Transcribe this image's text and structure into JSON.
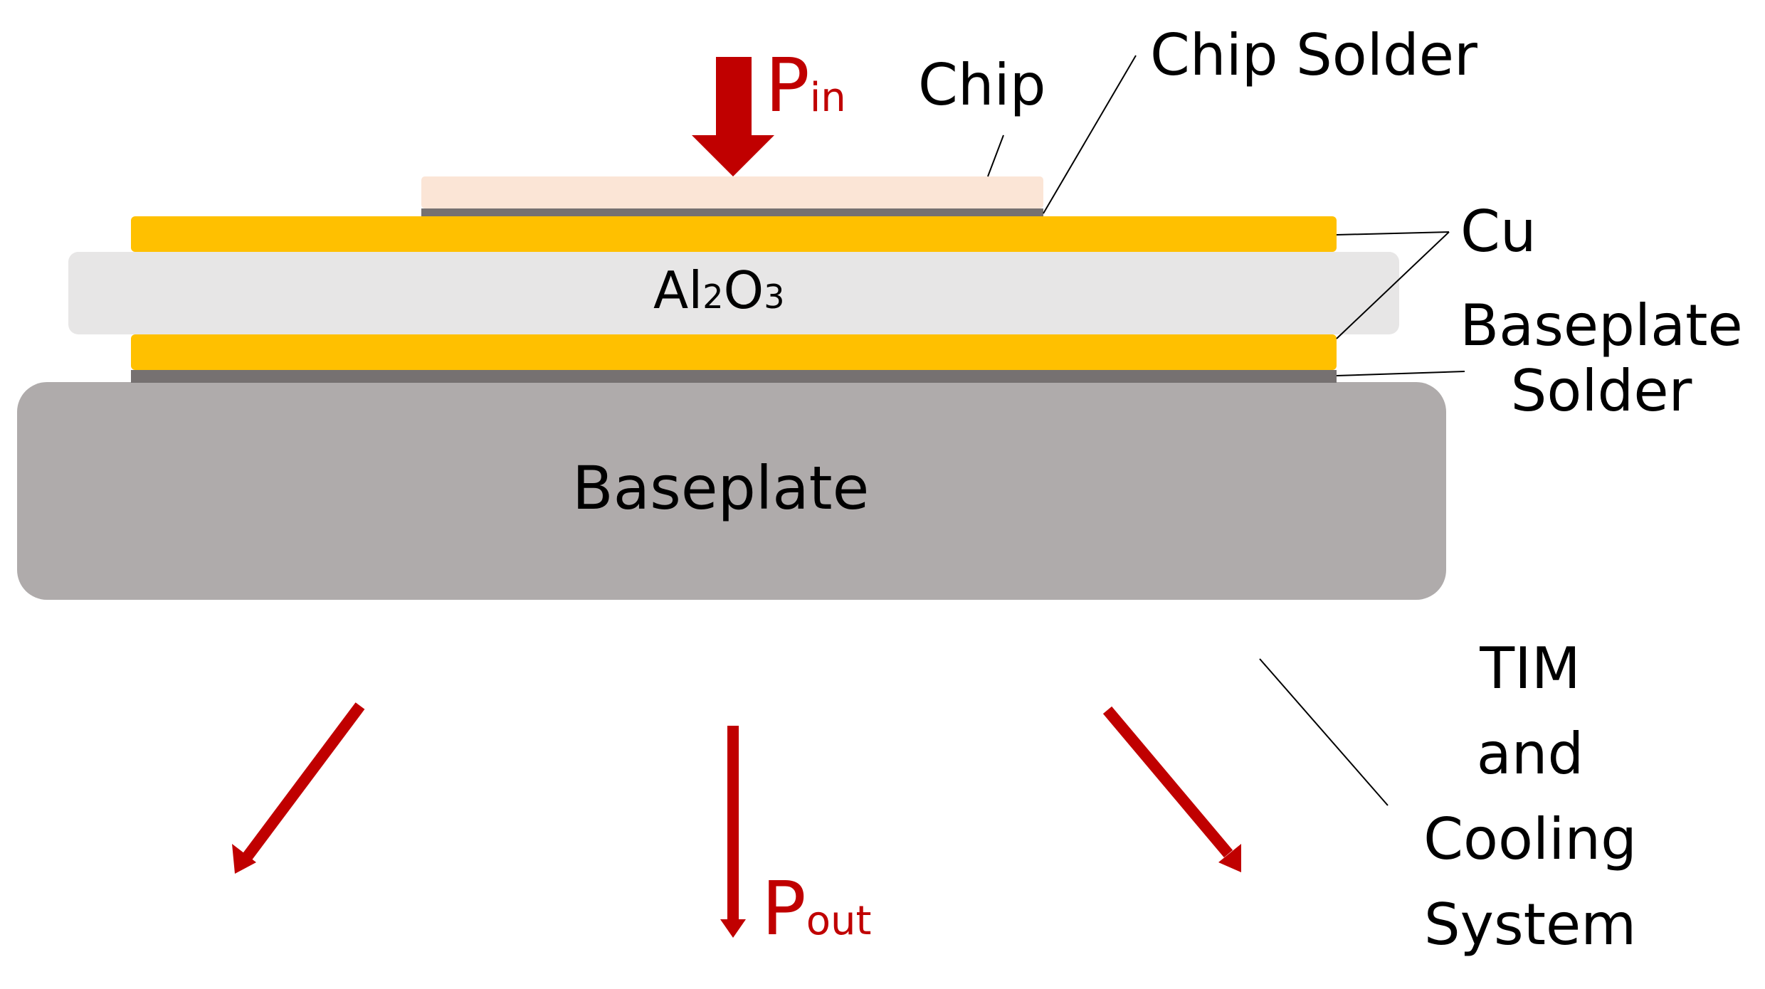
{
  "labels": {
    "p_in": {
      "main": "P",
      "sub": "in"
    },
    "p_out": {
      "main": "P",
      "sub": "out"
    },
    "chip": "Chip",
    "chip_solder": "Chip Solder",
    "cu": "Cu",
    "baseplate_solder_line1": "Baseplate",
    "baseplate_solder_line2": "Solder",
    "al2o3": {
      "a": "Al",
      "b": "2",
      "c": "O",
      "d": "3"
    },
    "baseplate": "Baseplate",
    "tim_line1": "TIM",
    "tim_line2": "and",
    "tim_line3": "Cooling",
    "tim_line4": "System"
  },
  "colors": {
    "heat_arrow": "#c00000",
    "copper": "#ffc000",
    "chip": "#fbe5d6",
    "solder": "#767171",
    "ceramic": "#e7e6e6",
    "baseplate": "#afabab"
  }
}
